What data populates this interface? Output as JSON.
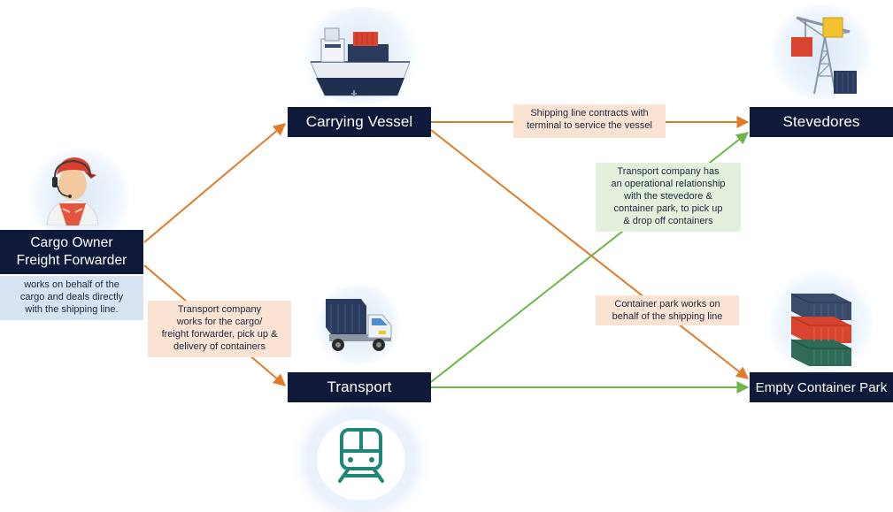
{
  "nodes": {
    "cargo_owner": {
      "line1": "Cargo Owner",
      "line2": "Freight Forwarder"
    },
    "cargo_owner_desc": {
      "line1": "works on behalf of the",
      "line2": "cargo and deals directly",
      "line3": "with the shipping line."
    },
    "carrying_vessel": "Carrying Vessel",
    "stevedores": "Stevedores",
    "transport": "Transport",
    "empty_container_park": "Empty Container Park"
  },
  "notes": {
    "shipping_line": {
      "line1": "Shipping line contracts with",
      "line2": "terminal to service the vessel"
    },
    "transport_company_op": {
      "line1": "Transport company has",
      "line2": "an operational relationship",
      "line3": "with the stevedore &",
      "line4": "container park, to pick up",
      "line5": "& drop off containers"
    },
    "transport_company_works": {
      "line1": "Transport  company",
      "line2": "works for the cargo/",
      "line3": "freight forwarder, pick up &",
      "line4": "delivery of containers"
    },
    "container_park": {
      "line1": "Container park works on",
      "line2": "behalf of the shipping line"
    }
  },
  "colors": {
    "node_bg": "#0f1a3a",
    "orange_arrow": "#e07b2a",
    "green_arrow": "#6fb548",
    "orange_note_bg": "#fbe3d4",
    "green_note_bg": "#e3f1dc",
    "desc_bg": "#d6e3f2"
  },
  "icons": [
    "worker-headset-icon",
    "ship-icon",
    "crane-icon",
    "truck-icon",
    "containers-stack-icon",
    "train-icon"
  ]
}
